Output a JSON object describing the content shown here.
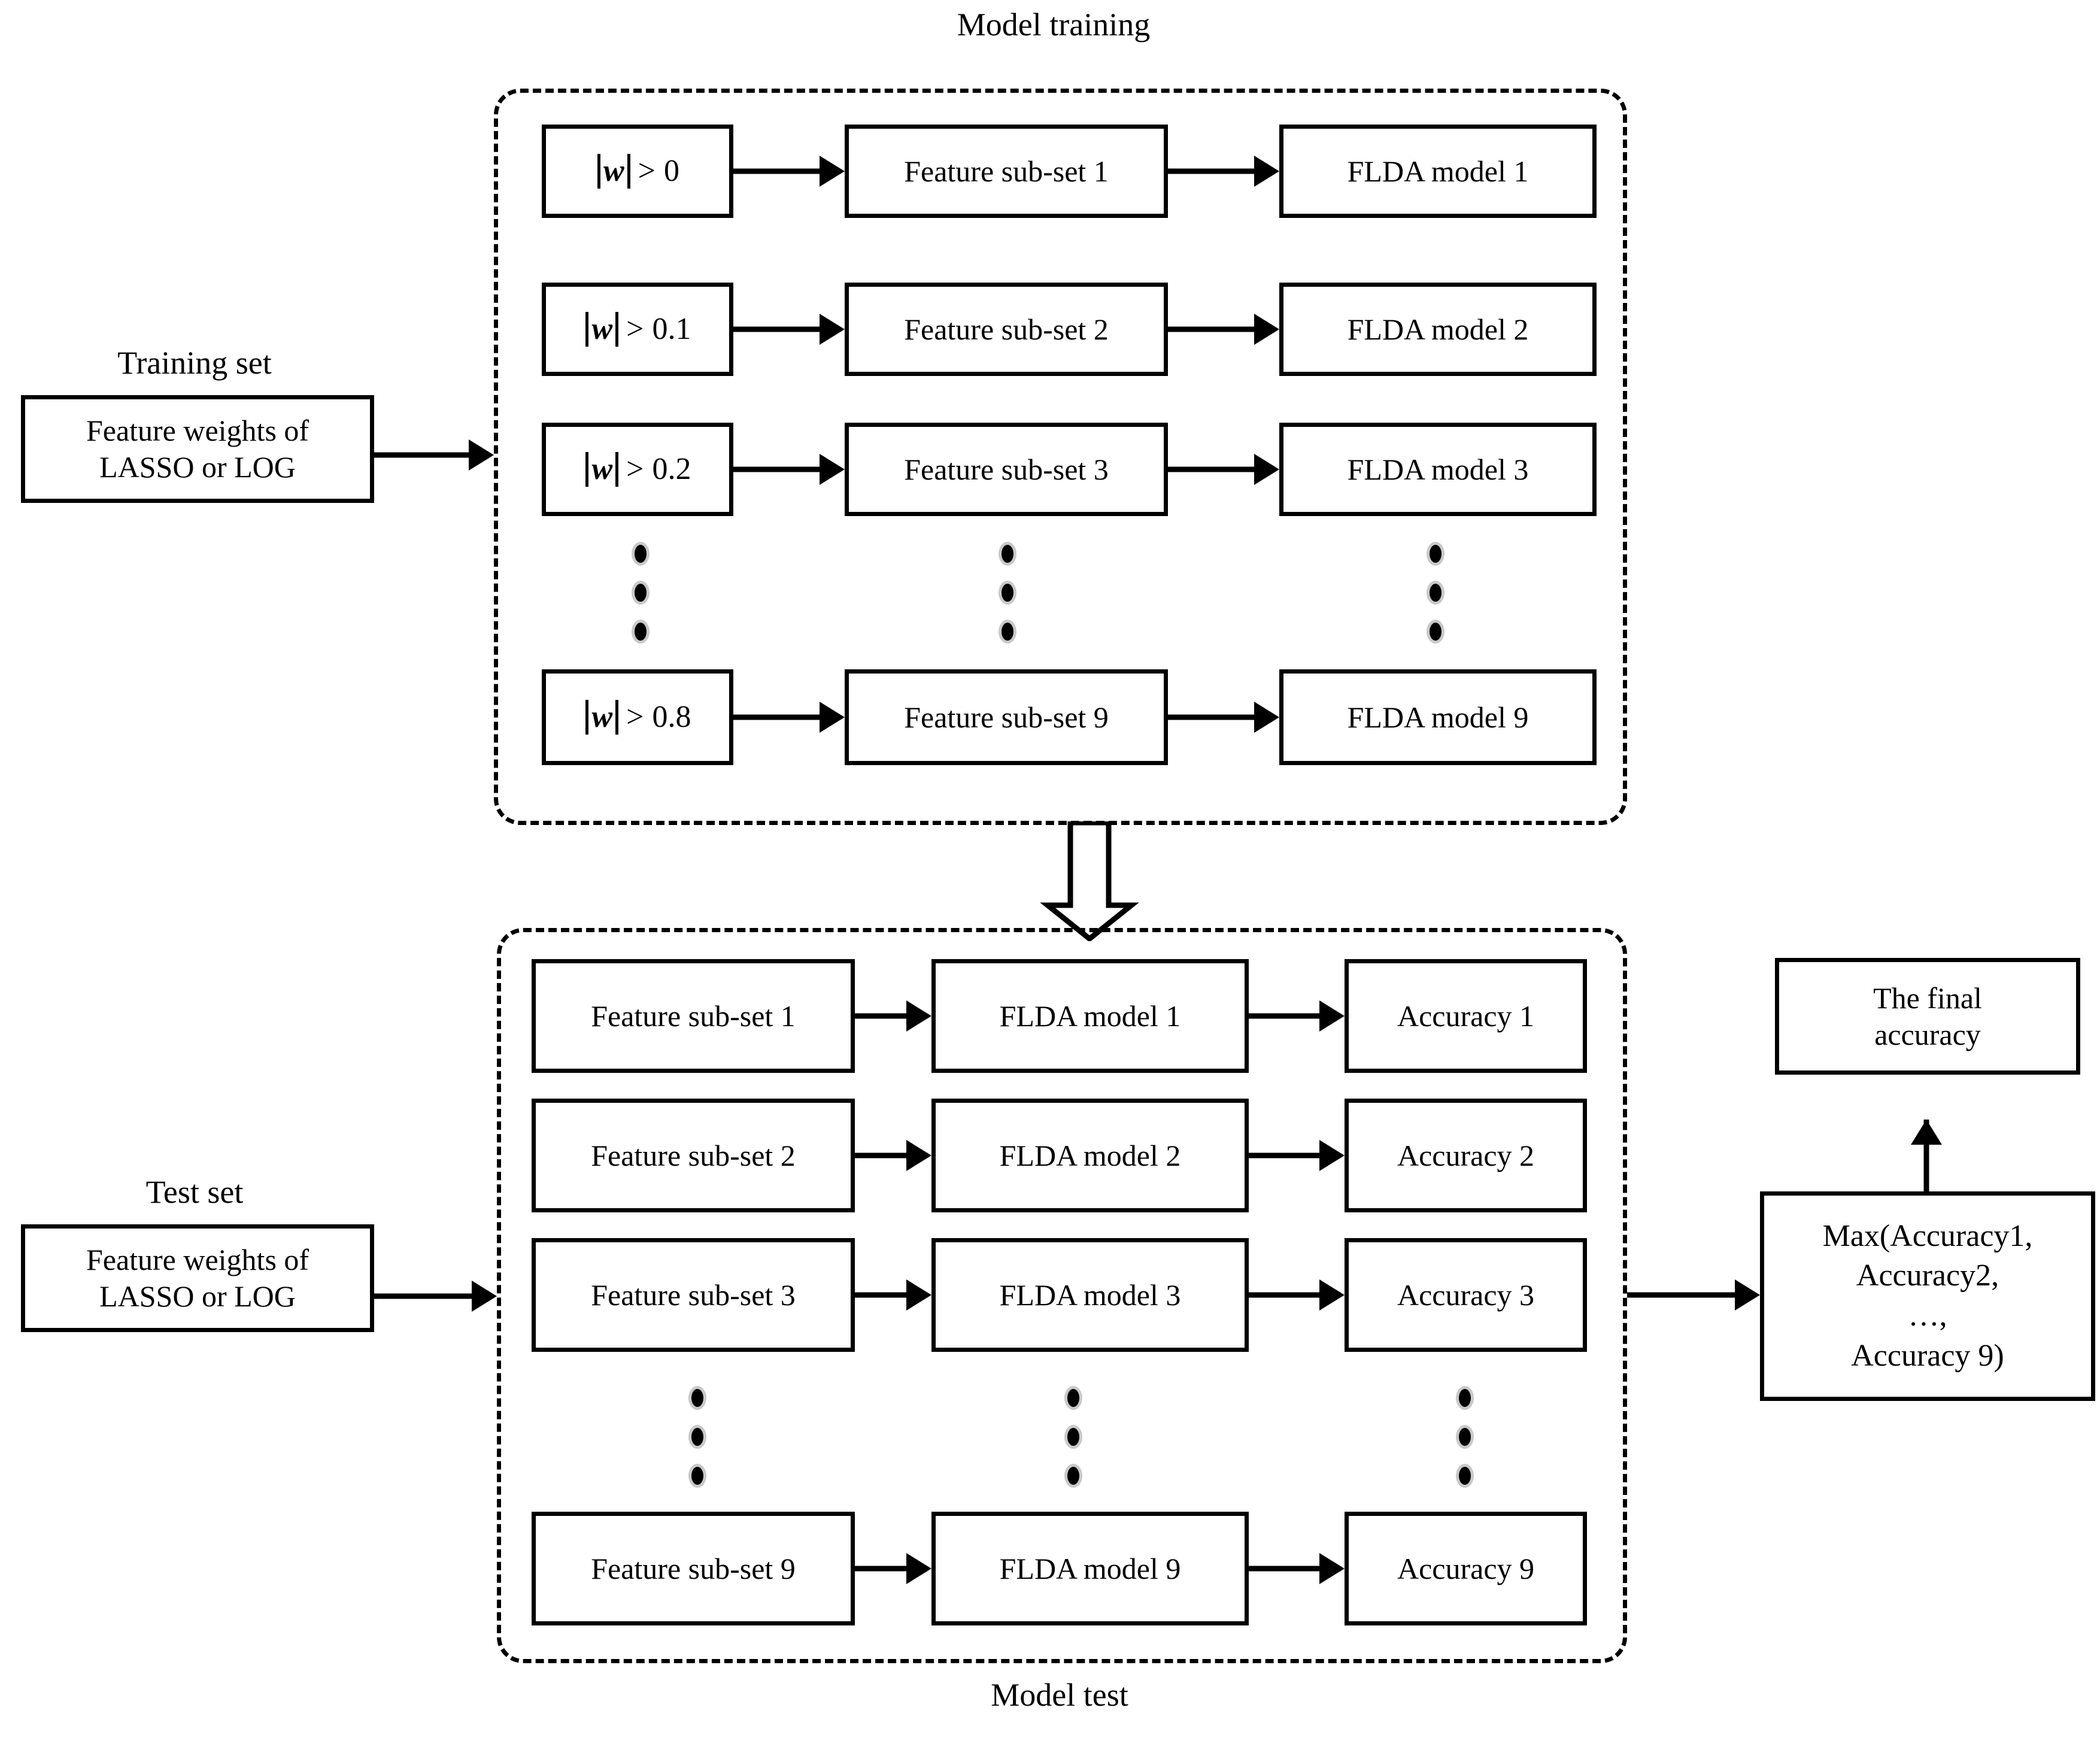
{
  "diagram": {
    "training_section": {
      "title": "Model training",
      "input_label": "Training set",
      "input_box": "Feature weights of\nLASSO or LOG",
      "rows": [
        {
          "threshold_w": "w",
          "threshold_rel": ">",
          "threshold_value": "0",
          "subset": "Feature sub-set 1",
          "model": "FLDA model 1"
        },
        {
          "threshold_w": "w",
          "threshold_rel": ">",
          "threshold_value": "0.1",
          "subset": "Feature sub-set 2",
          "model": "FLDA model 2"
        },
        {
          "threshold_w": "w",
          "threshold_rel": ">",
          "threshold_value": "0.2",
          "subset": "Feature sub-set 3",
          "model": "FLDA model 3"
        },
        {
          "threshold_w": "w",
          "threshold_rel": ">",
          "threshold_value": "0.8",
          "subset": "Feature sub-set 9",
          "model": "FLDA model 9"
        }
      ]
    },
    "test_section": {
      "title": "Model test",
      "input_label": "Test set",
      "input_box": "Feature weights of\nLASSO or LOG",
      "rows": [
        {
          "subset": "Feature sub-set 1",
          "model": "FLDA model 1",
          "accuracy": "Accuracy 1"
        },
        {
          "subset": "Feature sub-set 2",
          "model": "FLDA model 2",
          "accuracy": "Accuracy 2"
        },
        {
          "subset": "Feature sub-set 3",
          "model": "FLDA model 3",
          "accuracy": "Accuracy 3"
        },
        {
          "subset": "Feature sub-set 9",
          "model": "FLDA model 9",
          "accuracy": "Accuracy 9"
        }
      ]
    },
    "result": {
      "max_box": "Max(Accuracy1,\nAccuracy2,\n…,\nAccuracy 9)",
      "final_box": "The final\naccuracy"
    },
    "colors": {
      "stroke": "#000000",
      "background": "#ffffff",
      "dot_halo": "#c9c9c9"
    }
  }
}
